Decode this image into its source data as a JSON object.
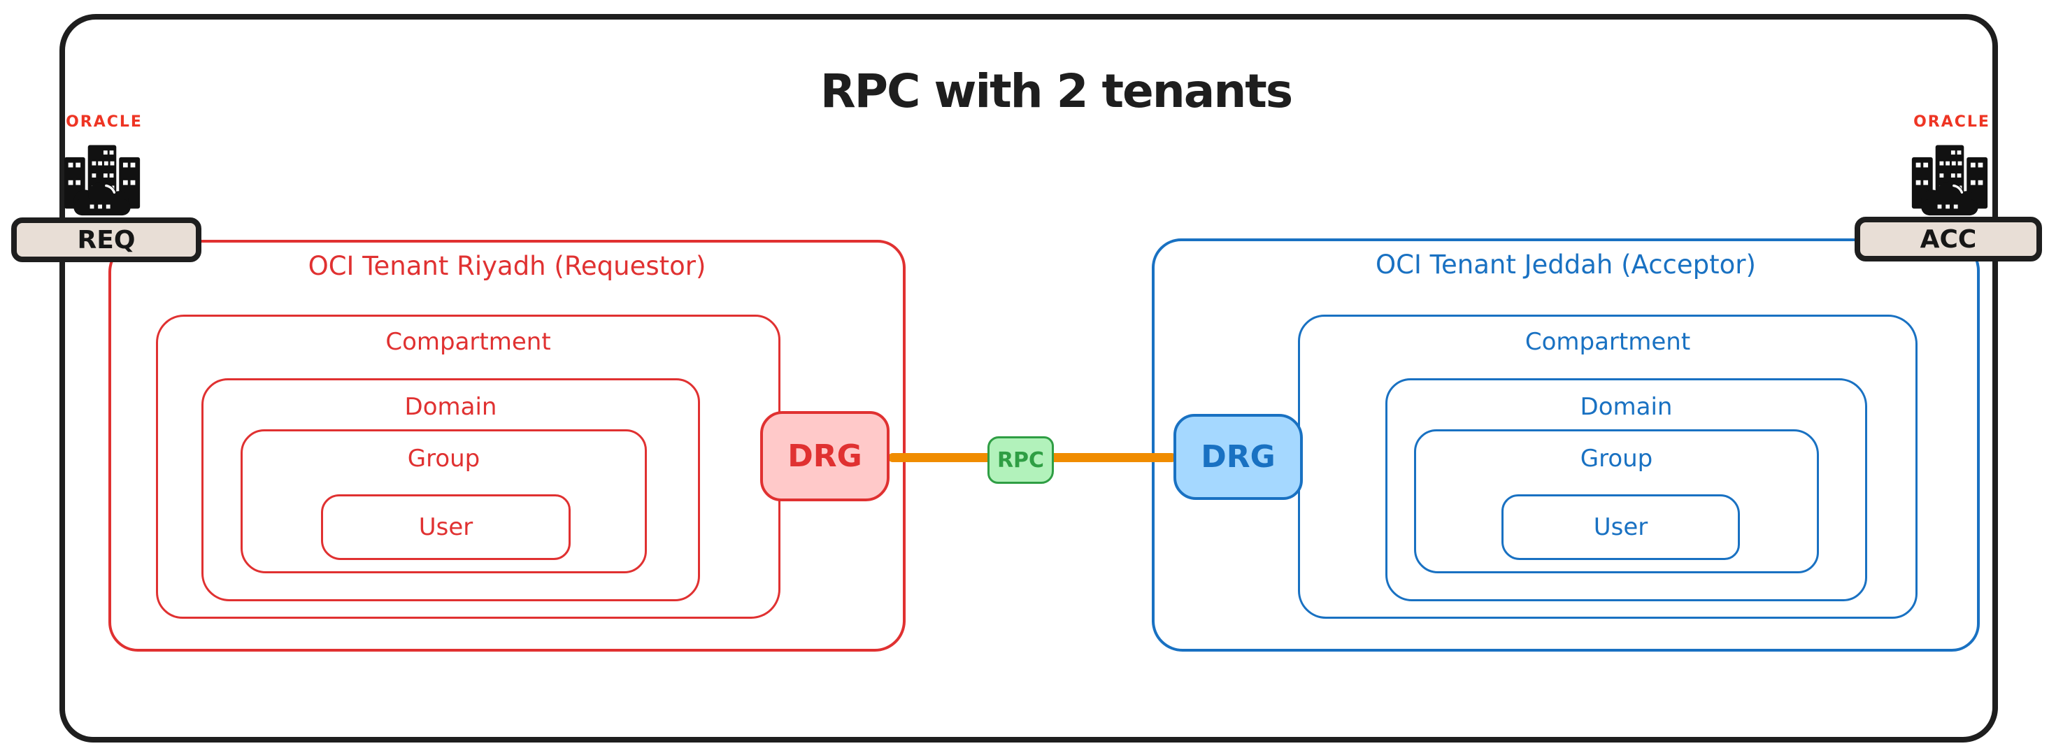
{
  "title": "RPC with 2 tenants",
  "oracle_label": "ORACLE",
  "badges": {
    "requestor": "REQ",
    "acceptor": "ACC"
  },
  "connector": {
    "label": "RPC"
  },
  "tenants": [
    {
      "id": "riyadh",
      "title": "OCI Tenant Riyadh (Requestor)",
      "compartment": "Compartment",
      "domain": "Domain",
      "group": "Group",
      "user": "User",
      "gateway": "DRG",
      "accent": "#e03131",
      "gateway_fill": "#ffc9c9"
    },
    {
      "id": "jeddah",
      "title": "OCI Tenant Jeddah (Acceptor)",
      "compartment": "Compartment",
      "domain": "Domain",
      "group": "Group",
      "user": "User",
      "gateway": "DRG",
      "accent": "#1971c2",
      "gateway_fill": "#a5d8ff"
    }
  ],
  "colors": {
    "ink": "#1e1e1e",
    "red_accent": "#e03131",
    "red_fill": "#ffc9c9",
    "blue_accent": "#1971c2",
    "blue_fill": "#a5d8ff",
    "green_accent": "#2f9e44",
    "green_fill": "#b2f2bb",
    "orange": "#f08c00",
    "badge_fill": "#e8ded6",
    "oracle_red": "#ee3524"
  }
}
